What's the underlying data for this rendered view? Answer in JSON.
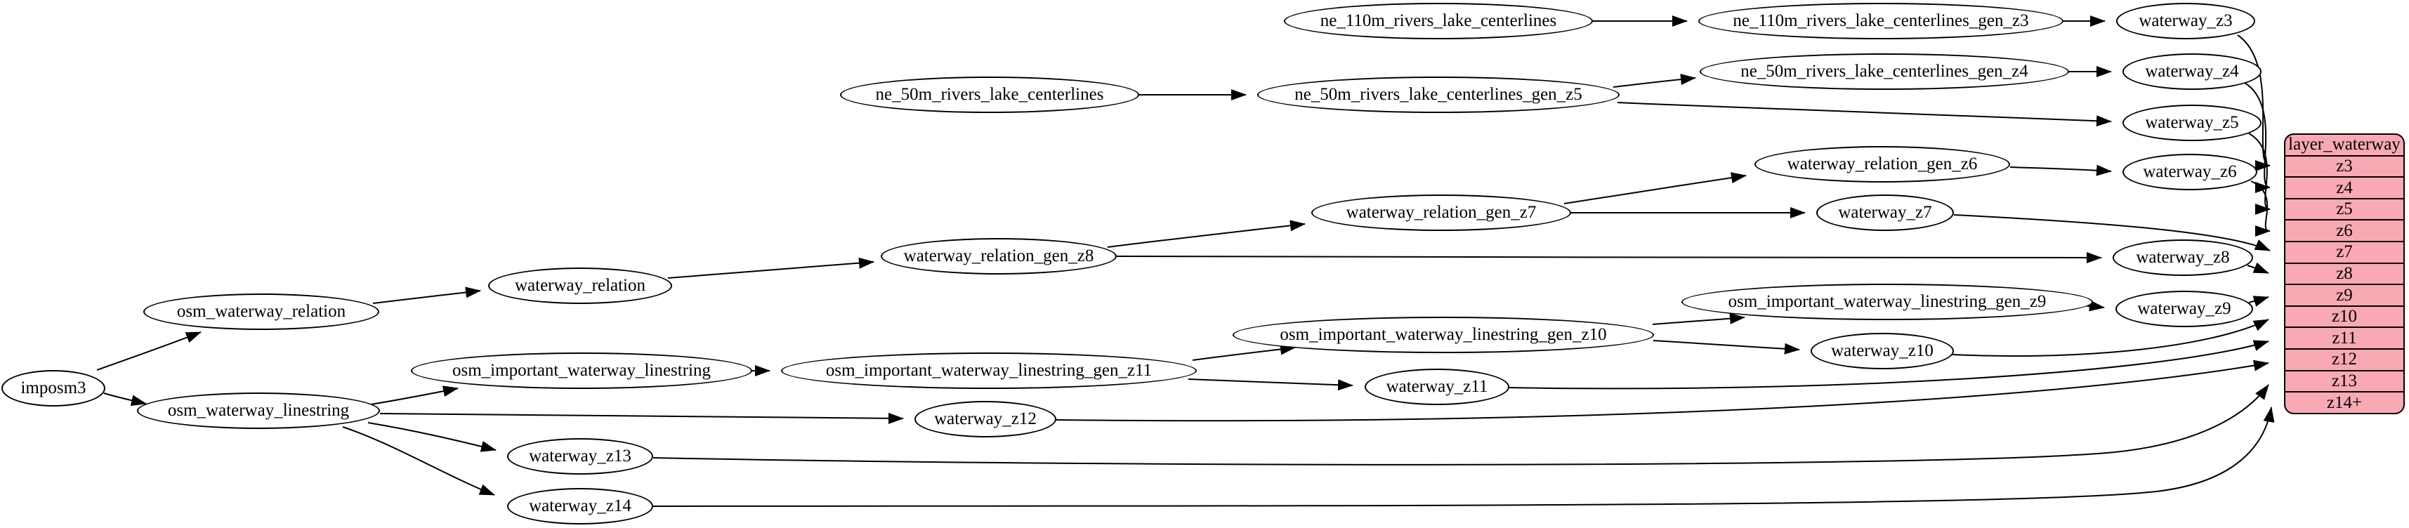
{
  "diagram": {
    "background_color": "#ffffff",
    "node_fill": "#ffffff",
    "node_stroke": "#000000",
    "edge_color": "#000000",
    "table_fill": "#f9a9b4"
  },
  "nodes": [
    {
      "id": "imposm3",
      "label": "imposm3"
    },
    {
      "id": "osm_waterway_relation",
      "label": "osm_waterway_relation"
    },
    {
      "id": "osm_waterway_linestring",
      "label": "osm_waterway_linestring"
    },
    {
      "id": "waterway_relation",
      "label": "waterway_relation"
    },
    {
      "id": "osm_important_waterway_linestring",
      "label": "osm_important_waterway_linestring"
    },
    {
      "id": "waterway_z13",
      "label": "waterway_z13"
    },
    {
      "id": "waterway_z14",
      "label": "waterway_z14"
    },
    {
      "id": "waterway_relation_gen_z8",
      "label": "waterway_relation_gen_z8"
    },
    {
      "id": "osm_important_waterway_linestring_gen_z11",
      "label": "osm_important_waterway_linestring_gen_z11"
    },
    {
      "id": "waterway_z12",
      "label": "waterway_z12"
    },
    {
      "id": "ne_50m_rivers_lake_centerlines",
      "label": "ne_50m_rivers_lake_centerlines"
    },
    {
      "id": "waterway_relation_gen_z7",
      "label": "waterway_relation_gen_z7"
    },
    {
      "id": "osm_important_waterway_linestring_gen_z10",
      "label": "osm_important_waterway_linestring_gen_z10"
    },
    {
      "id": "waterway_z11",
      "label": "waterway_z11"
    },
    {
      "id": "ne_110m_rivers_lake_centerlines",
      "label": "ne_110m_rivers_lake_centerlines"
    },
    {
      "id": "ne_50m_rivers_lake_centerlines_gen_z5",
      "label": "ne_50m_rivers_lake_centerlines_gen_z5"
    },
    {
      "id": "ne_110m_rivers_lake_centerlines_gen_z3",
      "label": "ne_110m_rivers_lake_centerlines_gen_z3"
    },
    {
      "id": "ne_50m_rivers_lake_centerlines_gen_z4",
      "label": "ne_50m_rivers_lake_centerlines_gen_z4"
    },
    {
      "id": "waterway_relation_gen_z6",
      "label": "waterway_relation_gen_z6"
    },
    {
      "id": "waterway_z7",
      "label": "waterway_z7"
    },
    {
      "id": "osm_important_waterway_linestring_gen_z9",
      "label": "osm_important_waterway_linestring_gen_z9"
    },
    {
      "id": "waterway_z10",
      "label": "waterway_z10"
    },
    {
      "id": "waterway_z3",
      "label": "waterway_z3"
    },
    {
      "id": "waterway_z4",
      "label": "waterway_z4"
    },
    {
      "id": "waterway_z5",
      "label": "waterway_z5"
    },
    {
      "id": "waterway_z6",
      "label": "waterway_z6"
    },
    {
      "id": "waterway_z8",
      "label": "waterway_z8"
    },
    {
      "id": "waterway_z9",
      "label": "waterway_z9"
    }
  ],
  "table": {
    "title": "layer_waterway",
    "rows": [
      "z3",
      "z4",
      "z5",
      "z6",
      "z7",
      "z8",
      "z9",
      "z10",
      "z11",
      "z12",
      "z13",
      "z14+"
    ]
  },
  "edges": [
    {
      "from": "imposm3",
      "to": "osm_waterway_relation"
    },
    {
      "from": "imposm3",
      "to": "osm_waterway_linestring"
    },
    {
      "from": "osm_waterway_relation",
      "to": "waterway_relation"
    },
    {
      "from": "waterway_relation",
      "to": "waterway_relation_gen_z8"
    },
    {
      "from": "waterway_relation_gen_z8",
      "to": "waterway_relation_gen_z7"
    },
    {
      "from": "waterway_relation_gen_z8",
      "to": "waterway_z8"
    },
    {
      "from": "waterway_relation_gen_z7",
      "to": "waterway_relation_gen_z6"
    },
    {
      "from": "waterway_relation_gen_z7",
      "to": "waterway_z7"
    },
    {
      "from": "waterway_relation_gen_z6",
      "to": "waterway_z6"
    },
    {
      "from": "ne_110m_rivers_lake_centerlines",
      "to": "ne_110m_rivers_lake_centerlines_gen_z3"
    },
    {
      "from": "ne_110m_rivers_lake_centerlines_gen_z3",
      "to": "waterway_z3"
    },
    {
      "from": "ne_50m_rivers_lake_centerlines",
      "to": "ne_50m_rivers_lake_centerlines_gen_z5"
    },
    {
      "from": "ne_50m_rivers_lake_centerlines_gen_z5",
      "to": "ne_50m_rivers_lake_centerlines_gen_z4"
    },
    {
      "from": "ne_50m_rivers_lake_centerlines_gen_z5",
      "to": "waterway_z5"
    },
    {
      "from": "ne_50m_rivers_lake_centerlines_gen_z4",
      "to": "waterway_z4"
    },
    {
      "from": "osm_waterway_linestring",
      "to": "osm_important_waterway_linestring"
    },
    {
      "from": "osm_waterway_linestring",
      "to": "waterway_z12"
    },
    {
      "from": "osm_waterway_linestring",
      "to": "waterway_z13"
    },
    {
      "from": "osm_waterway_linestring",
      "to": "waterway_z14"
    },
    {
      "from": "osm_important_waterway_linestring",
      "to": "osm_important_waterway_linestring_gen_z11"
    },
    {
      "from": "osm_important_waterway_linestring_gen_z11",
      "to": "osm_important_waterway_linestring_gen_z10"
    },
    {
      "from": "osm_important_waterway_linestring_gen_z11",
      "to": "waterway_z11"
    },
    {
      "from": "osm_important_waterway_linestring_gen_z10",
      "to": "osm_important_waterway_linestring_gen_z9"
    },
    {
      "from": "osm_important_waterway_linestring_gen_z10",
      "to": "waterway_z10"
    },
    {
      "from": "osm_important_waterway_linestring_gen_z9",
      "to": "waterway_z9"
    },
    {
      "from": "waterway_z3",
      "to": "layer_waterway.z3"
    },
    {
      "from": "waterway_z4",
      "to": "layer_waterway.z4"
    },
    {
      "from": "waterway_z5",
      "to": "layer_waterway.z5"
    },
    {
      "from": "waterway_z6",
      "to": "layer_waterway.z6"
    },
    {
      "from": "waterway_z7",
      "to": "layer_waterway.z7"
    },
    {
      "from": "waterway_z8",
      "to": "layer_waterway.z8"
    },
    {
      "from": "waterway_z9",
      "to": "layer_waterway.z9"
    },
    {
      "from": "waterway_z10",
      "to": "layer_waterway.z10"
    },
    {
      "from": "waterway_z11",
      "to": "layer_waterway.z11"
    },
    {
      "from": "waterway_z12",
      "to": "layer_waterway.z12"
    },
    {
      "from": "waterway_z13",
      "to": "layer_waterway.z13"
    },
    {
      "from": "waterway_z14",
      "to": "layer_waterway.z14+"
    }
  ]
}
